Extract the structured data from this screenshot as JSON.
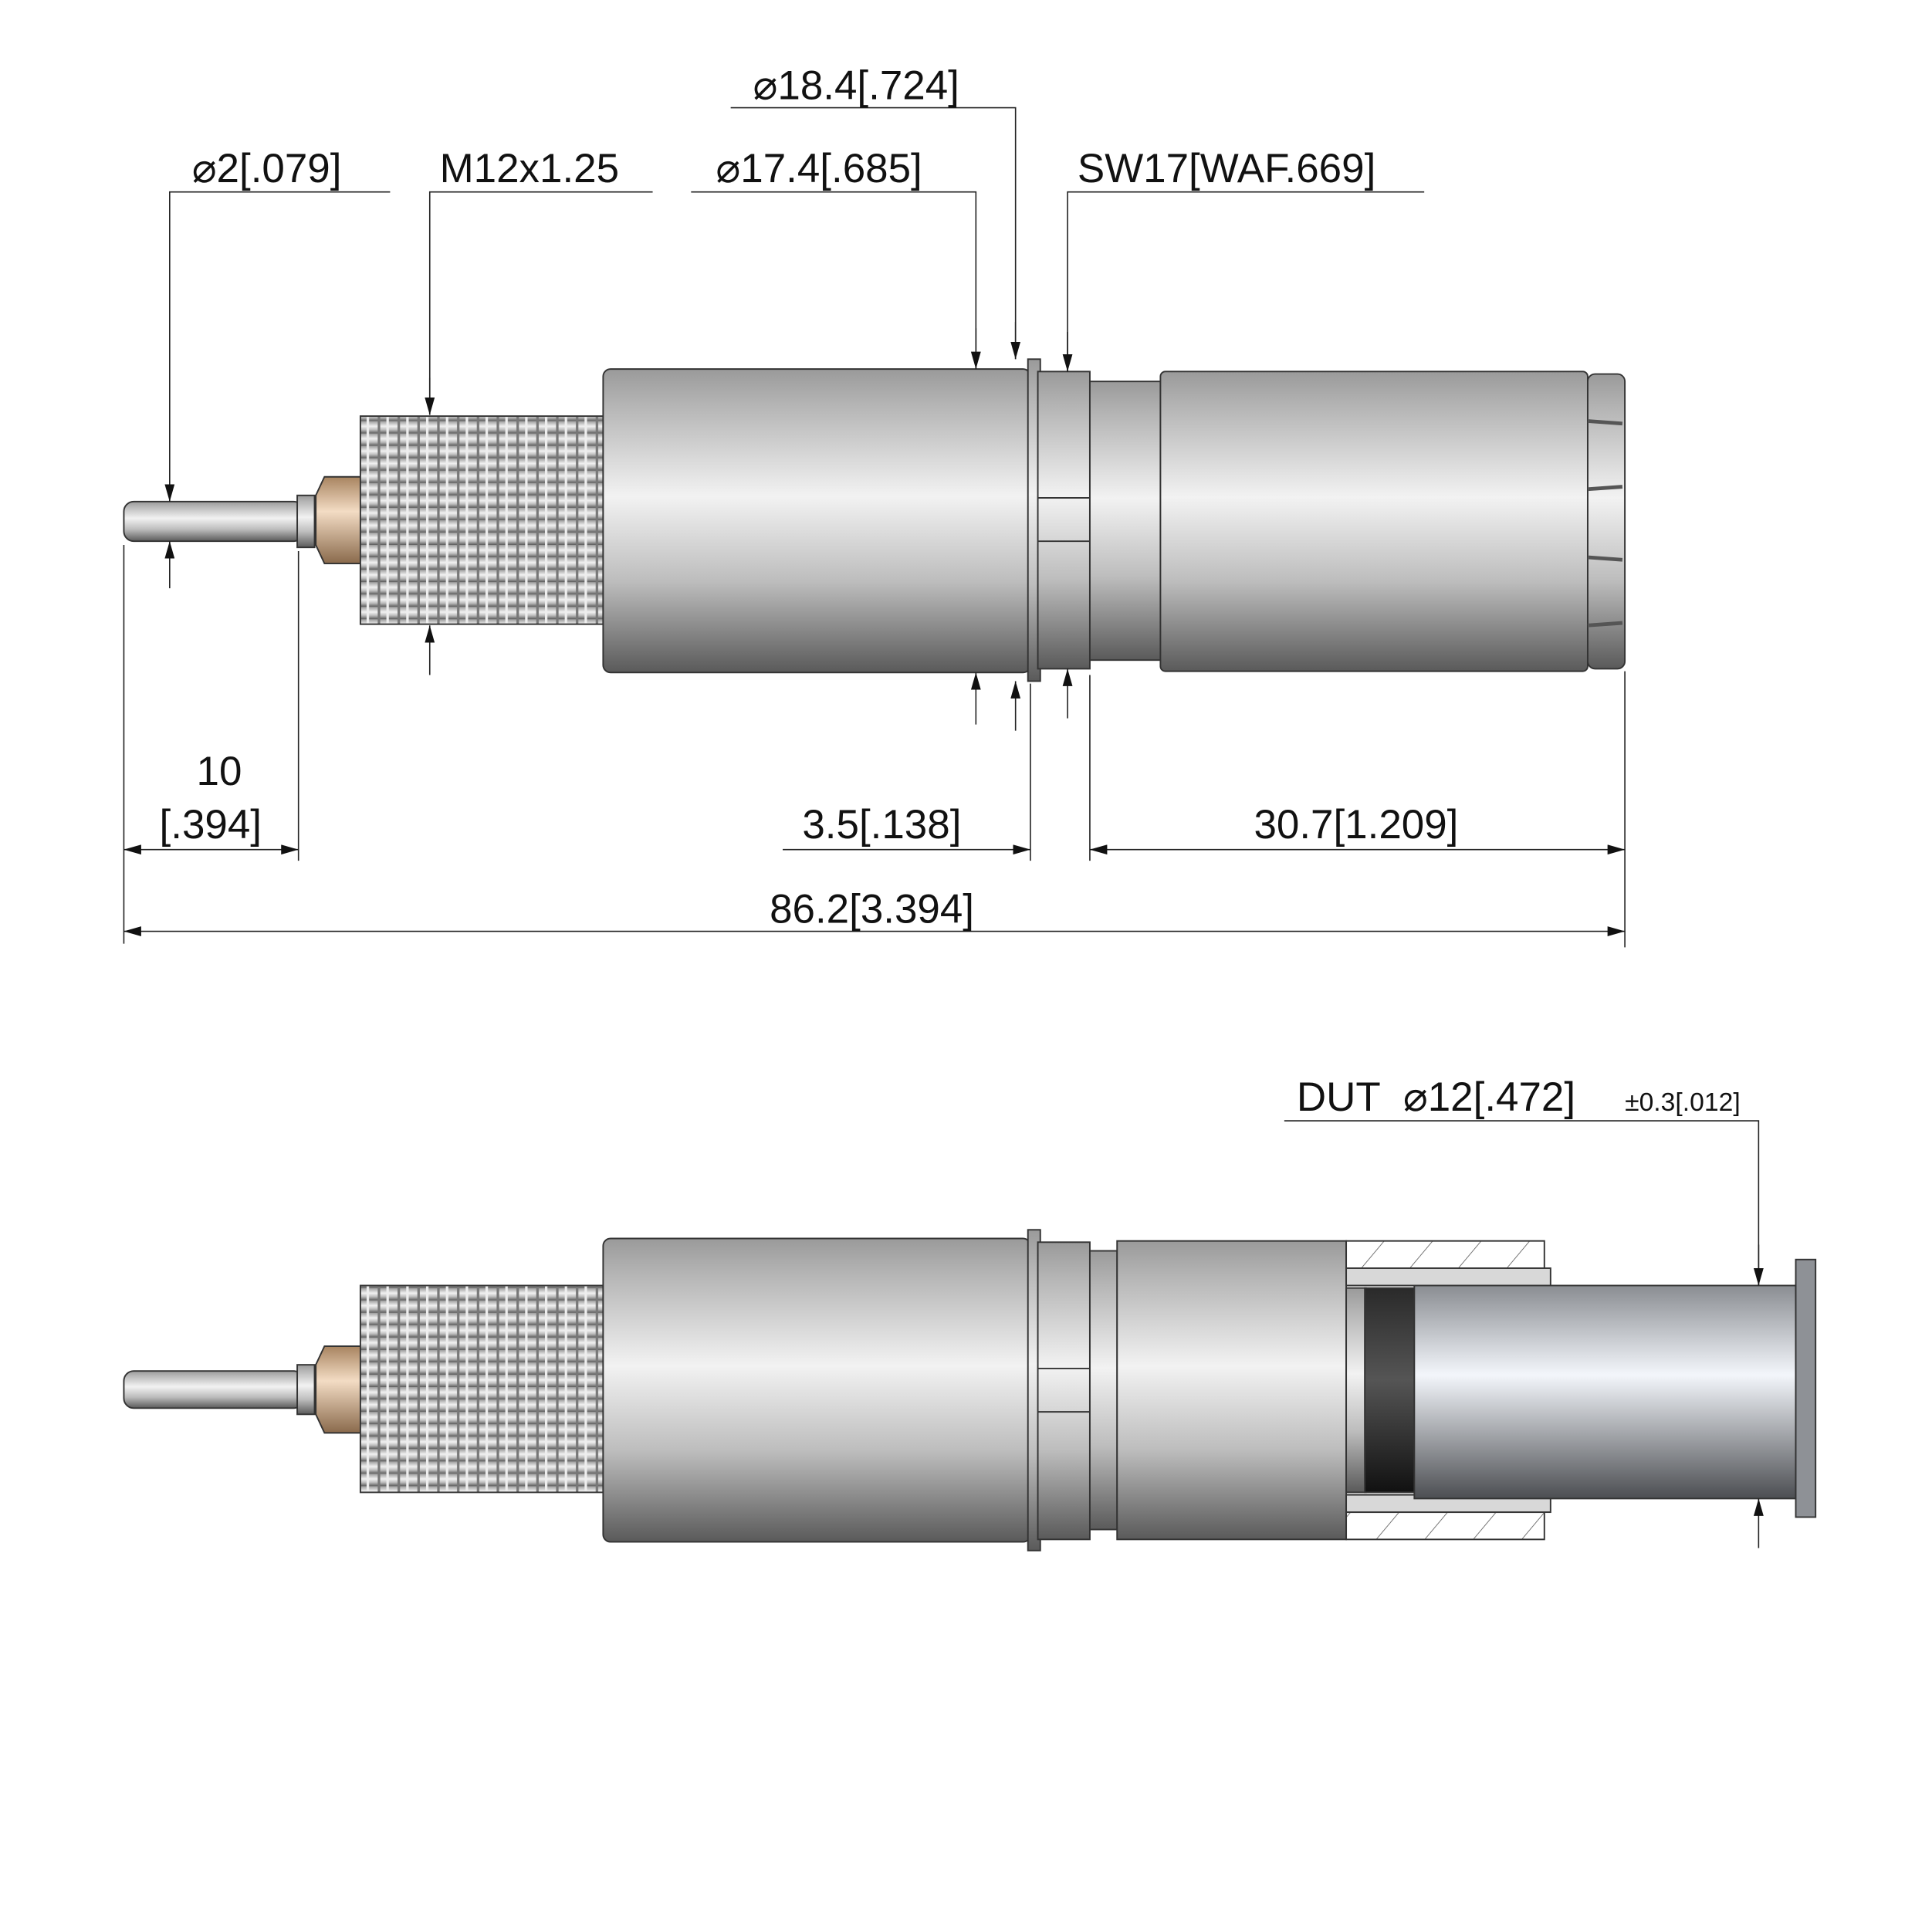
{
  "top_view": {
    "dims": {
      "pin_diameter": "⌀2[.079]",
      "thread": "M12x1.25",
      "body_diameter": "⌀17.4[.685]",
      "flange_diameter": "⌀18.4[.724]",
      "wrench_size": "SW17[WAF.669]",
      "pin_length_mm": "10",
      "pin_length_in": "[.394]",
      "flange_offset": "3.5[.138]",
      "sleeve_length": "30.7[1.209]",
      "overall_length": "86.2[3.394]"
    }
  },
  "bottom_view": {
    "dut_label": "DUT",
    "dut_diameter": "⌀12[.472]",
    "dut_tolerance": "±0.3[.012]"
  },
  "colors": {
    "metal": "#c8c8c8",
    "brass": "#d8b48e",
    "dut": "#8e9196",
    "ring": "#2e2e2e"
  }
}
